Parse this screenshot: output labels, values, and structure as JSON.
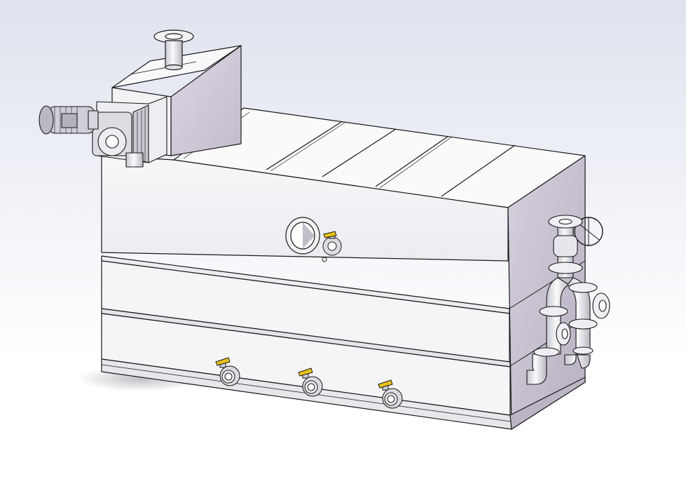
{
  "scene": {
    "background_top": "#dfe3ee",
    "background_bottom": "#ffffff"
  },
  "colors": {
    "front_face": "#f4f4f7",
    "front_face_shade": "#e8e8ee",
    "top_face": "#fafafb",
    "side_face": "#cac3d1",
    "side_face_dark": "#b2abba",
    "edge": "#1a1a1a",
    "valve_handle": "#e8c21c",
    "valve_body": "#d9d9df",
    "motor": "#c9c9d2",
    "pipe": "#e6e6ec",
    "shadow": "#a8a8b0"
  },
  "components": [
    {
      "name": "tank-body",
      "type": "rectangular-tank"
    },
    {
      "name": "drive-motor",
      "type": "motor-gearbox"
    },
    {
      "name": "inlet-hopper",
      "type": "hopper"
    },
    {
      "name": "top-flange-inlet",
      "type": "flanged-pipe"
    },
    {
      "name": "sight-glass",
      "type": "inspection-window"
    },
    {
      "name": "side-valve",
      "type": "ball-valve"
    },
    {
      "name": "drain-valve-1",
      "type": "ball-valve"
    },
    {
      "name": "drain-valve-2",
      "type": "ball-valve"
    },
    {
      "name": "drain-valve-3",
      "type": "ball-valve"
    },
    {
      "name": "outlet-piping",
      "type": "pipe-assembly"
    },
    {
      "name": "handwheel-valve",
      "type": "gate-valve"
    }
  ]
}
